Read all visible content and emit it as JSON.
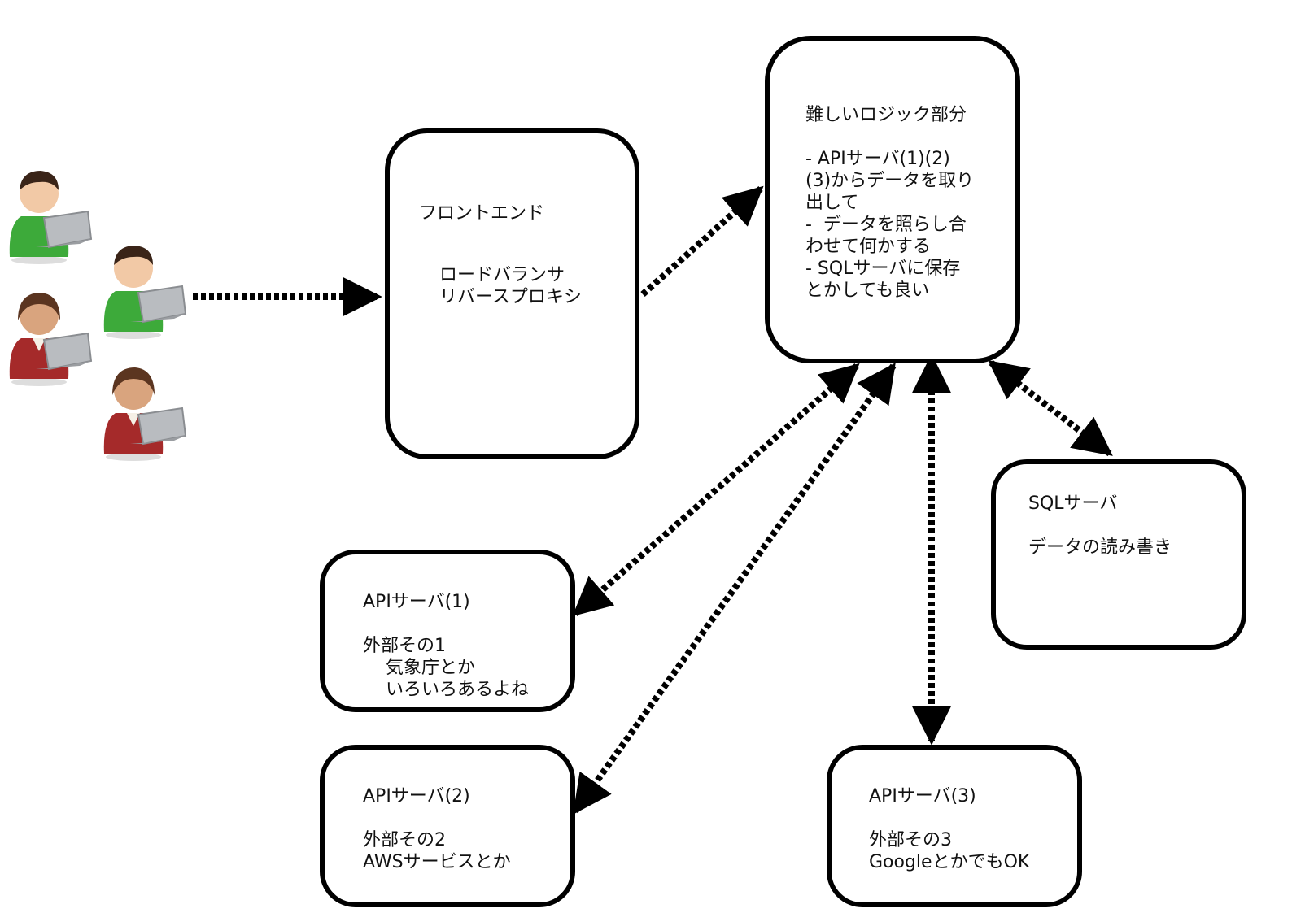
{
  "colors": {
    "line": "#000000",
    "user_green": "#3daa3a",
    "user_red": "#a52a2a",
    "laptop": "#b9bcc0",
    "skin": "#f2c9a6",
    "hair": "#3a2418"
  },
  "users": [
    {
      "icon": "user-laptop-icon",
      "shirt": "green"
    },
    {
      "icon": "user-laptop-icon",
      "shirt": "green"
    },
    {
      "icon": "user-laptop-icon",
      "shirt": "red"
    },
    {
      "icon": "user-laptop-icon",
      "shirt": "red"
    }
  ],
  "nodes": {
    "frontend": {
      "title": "フロントエンド",
      "body": "ロードバランサ\nリバースプロキシ"
    },
    "logic": {
      "text": "難しいロジック部分\n\n- APIサーバ(1)(2)\n(3)からデータを取り\n出して\n-  データを照らし合\nわせて何かする\n- SQLサーバに保存\nとかしても良い"
    },
    "sql": {
      "text": "SQLサーバ\n\nデータの読み書き"
    },
    "api1": {
      "text": "APIサーバ(1)\n\n外部その1\n    気象庁とか\n    いろいろあるよね"
    },
    "api2": {
      "text": "APIサーバ(2)\n\n外部その2\nAWSサービスとか"
    },
    "api3": {
      "text": "APIサーバ(3)\n\n外部その3\nGoogleとかでもOK"
    }
  }
}
